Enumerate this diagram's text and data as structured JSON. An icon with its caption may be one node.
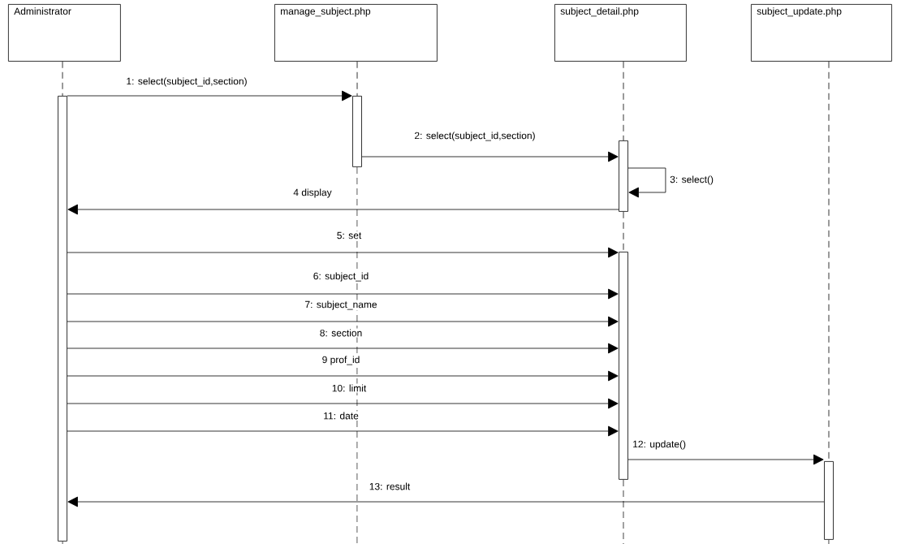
{
  "diagram": {
    "nodes": [
      {
        "text": [
          "Administrator"
        ]
      },
      {
        "text": [
          "manage_subject.php"
        ]
      },
      {
        "text": [
          "subject_detail.php"
        ]
      },
      {
        "text": [
          "subject_update.php"
        ]
      },
      {
        "text": [],
        "shape": "bar"
      },
      {
        "text": [],
        "shape": "bar"
      },
      {
        "text": [],
        "shape": "bar"
      },
      {
        "text": [],
        "shape": "bar"
      },
      {
        "text": [],
        "shape": "bar"
      }
    ],
    "edges": [
      {
        "from": 4,
        "to": 5,
        "arrow": "to",
        "label": "1: select(subject_id,section)"
      },
      {
        "from": 5,
        "to": 6,
        "arrow": "to",
        "label": "2: select(subject_id,section)"
      },
      {
        "from": 6,
        "to": 6,
        "arrow": "to",
        "label": "3: select()"
      },
      {
        "from": 6,
        "to": 4,
        "arrow": "to",
        "label": "4 display"
      },
      {
        "from": 4,
        "to": 7,
        "arrow": "to",
        "label": "5: set"
      },
      {
        "from": 4,
        "to": 7,
        "arrow": "to",
        "label": "6: subject_id"
      },
      {
        "from": 4,
        "to": 7,
        "arrow": "to",
        "label": "7: subject_name"
      },
      {
        "from": 4,
        "to": 7,
        "arrow": "to",
        "label": "8: section"
      },
      {
        "from": 4,
        "to": 7,
        "arrow": "to",
        "label": "9 prof_id"
      },
      {
        "from": 4,
        "to": 7,
        "arrow": "to",
        "label": "10: limit"
      },
      {
        "from": 4,
        "to": 7,
        "arrow": "to",
        "label": "11: date"
      },
      {
        "from": 7,
        "to": 8,
        "arrow": "to",
        "label": "12: update()"
      },
      {
        "from": 8,
        "to": 4,
        "arrow": "to",
        "label": "13: result"
      },
      {
        "from": 0,
        "to": 4,
        "arrow": "none",
        "style": "dashed"
      },
      {
        "from": 1,
        "to": 5,
        "arrow": "none",
        "style": "dashed"
      },
      {
        "from": 2,
        "to": 6,
        "arrow": "none",
        "style": "dashed"
      },
      {
        "from": 6,
        "to": 7,
        "arrow": "none",
        "style": "dashed"
      },
      {
        "from": 3,
        "to": 8,
        "arrow": "none",
        "style": "dashed"
      }
    ]
  }
}
